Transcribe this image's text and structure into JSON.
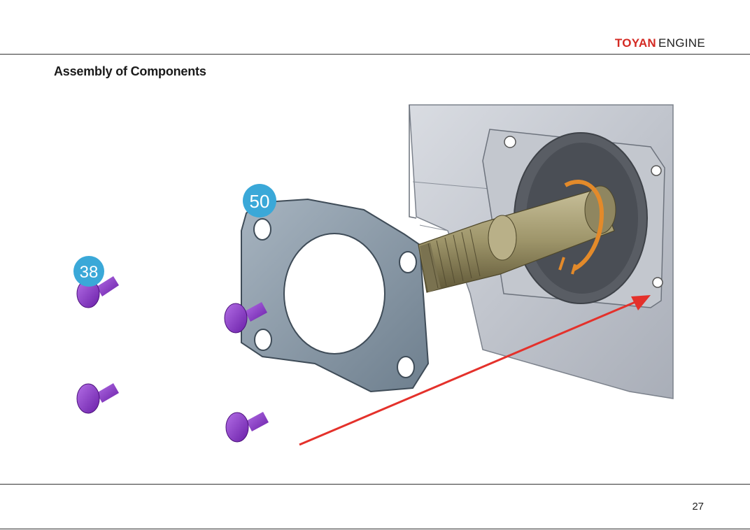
{
  "header": {
    "brand_bold": "TOYAN",
    "brand_rest": "ENGINE"
  },
  "page": {
    "title": "Assembly of Components",
    "page_number": "27"
  },
  "figure": {
    "callouts": [
      "50",
      "38"
    ],
    "colors": {
      "callout": "#3aa8d8",
      "bolt": "#8b2fc9",
      "arrow": "#e4312b",
      "plate": "#8a9aa8",
      "housing": "#c9cdd4",
      "shaft": "#a39a6d",
      "clip": "#e38a2a"
    }
  }
}
